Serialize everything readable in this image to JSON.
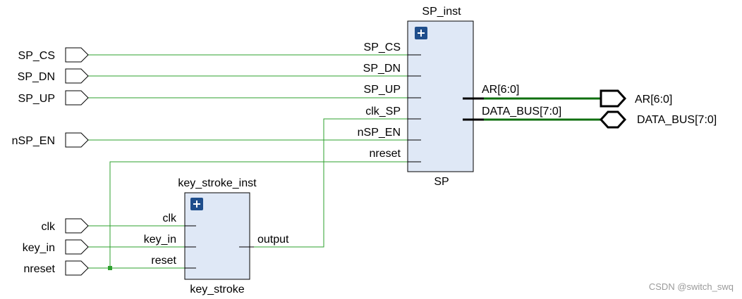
{
  "inputs": {
    "sp_cs": "SP_CS",
    "sp_dn": "SP_DN",
    "sp_up": "SP_UP",
    "nsp_en": "nSP_EN",
    "clk": "clk",
    "key_in": "key_in",
    "nreset": "nreset"
  },
  "outputs": {
    "ar": "AR[6:0]",
    "data_bus": "DATA_BUS[7:0]"
  },
  "sp_block": {
    "instance": "SP_inst",
    "module": "SP",
    "ports_in": [
      "SP_CS",
      "SP_DN",
      "SP_UP",
      "clk_SP",
      "nSP_EN",
      "nreset"
    ],
    "ports_out": [
      "AR[6:0]",
      "DATA_BUS[7:0]"
    ]
  },
  "key_block": {
    "instance": "key_stroke_inst",
    "module": "key_stroke",
    "ports_in": [
      "clk",
      "key_in",
      "reset"
    ],
    "ports_out": [
      "output"
    ]
  },
  "expand_icon": "plus-icon",
  "watermark": "CSDN @switch_swq",
  "colors": {
    "wire": "#2ea12e",
    "bus": "#0f6f0f",
    "block_fill": "#dfe8f6",
    "block_stroke": "#000000",
    "icon_fill": "#1f4e8c"
  }
}
